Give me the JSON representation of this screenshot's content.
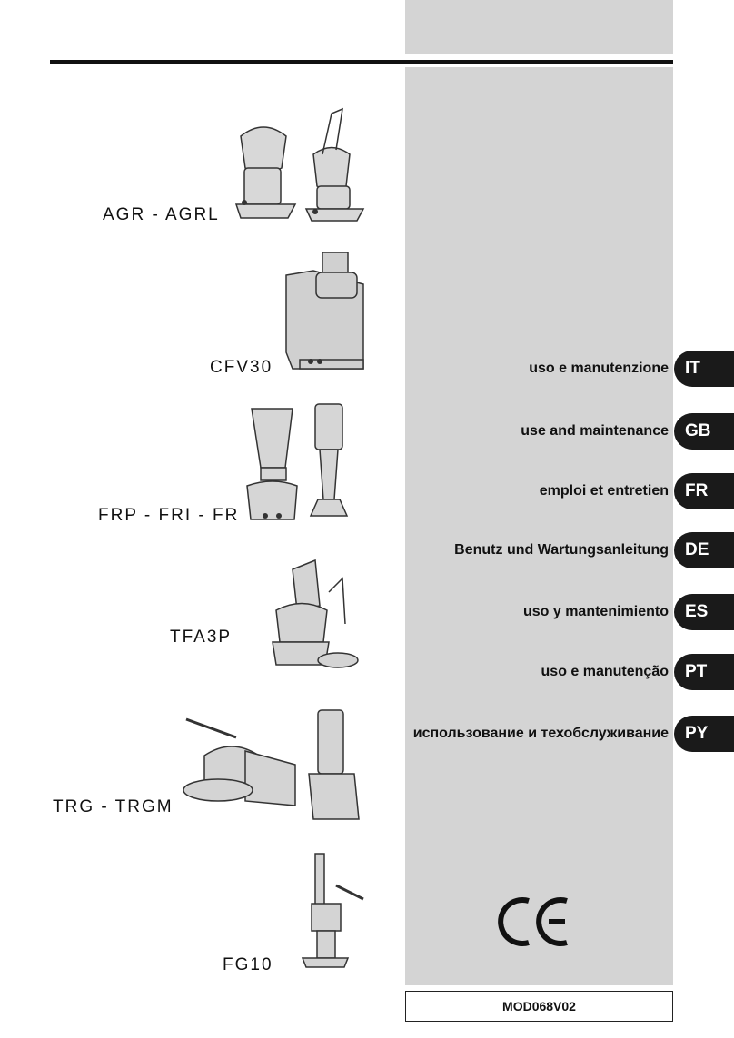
{
  "models": [
    {
      "id": "agr",
      "label": "AGR - AGRL"
    },
    {
      "id": "cfv30",
      "label": "CFV30"
    },
    {
      "id": "frp",
      "label": "FRP - FRI - FR"
    },
    {
      "id": "tfa3p",
      "label": "TFA3P"
    },
    {
      "id": "trg",
      "label": "TRG - TRGM"
    },
    {
      "id": "fg10",
      "label": "FG10"
    }
  ],
  "languages": [
    {
      "code": "IT",
      "text": "uso e manutenzione"
    },
    {
      "code": "GB",
      "text": "use and maintenance"
    },
    {
      "code": "FR",
      "text": "emploi et entretien"
    },
    {
      "code": "DE",
      "text": "Benutz und Wartungsanleitung"
    },
    {
      "code": "ES",
      "text": "uso y mantenimiento"
    },
    {
      "code": "PT",
      "text": "uso e manutenção"
    },
    {
      "code": "PY",
      "text": "использование и техобслуживание"
    }
  ],
  "footer": {
    "code": "MOD068V02"
  },
  "marks": {
    "ce": "CE"
  }
}
